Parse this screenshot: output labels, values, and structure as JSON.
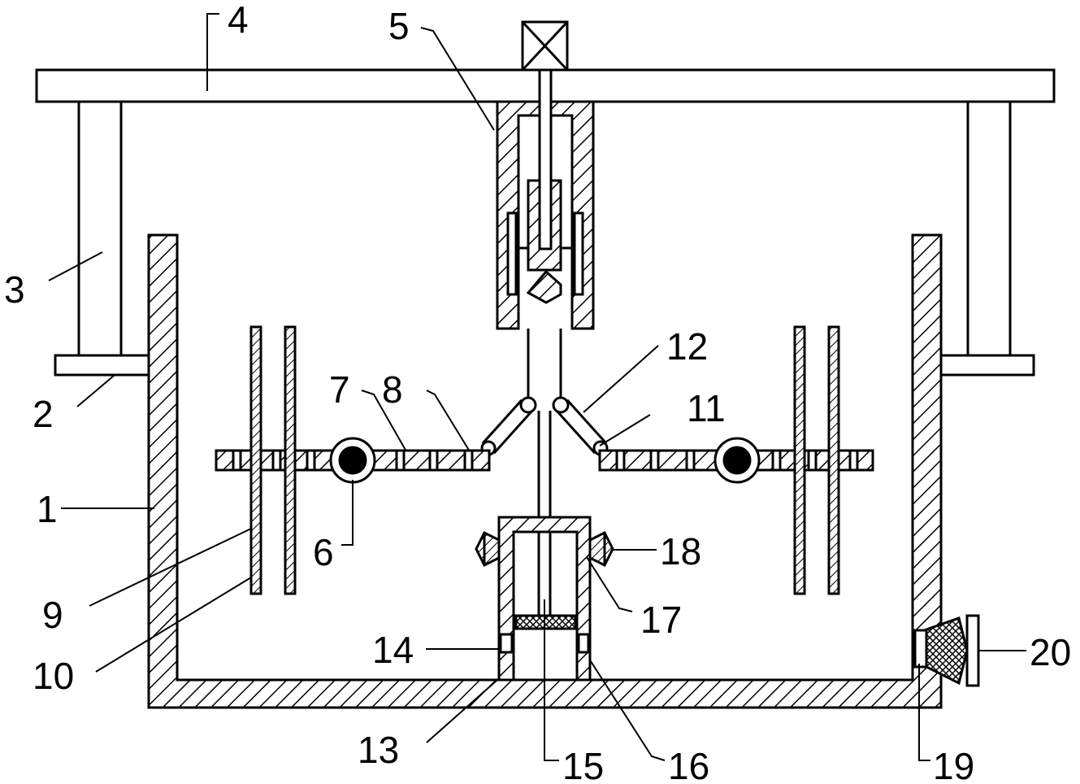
{
  "figure": {
    "labels": [
      {
        "id": "label-1",
        "text": "1"
      },
      {
        "id": "label-2",
        "text": "2"
      },
      {
        "id": "label-3",
        "text": "3"
      },
      {
        "id": "label-4",
        "text": "4"
      },
      {
        "id": "label-5",
        "text": "5"
      },
      {
        "id": "label-6",
        "text": "6"
      },
      {
        "id": "label-7",
        "text": "7"
      },
      {
        "id": "label-8",
        "text": "8"
      },
      {
        "id": "label-9",
        "text": "9"
      },
      {
        "id": "label-10",
        "text": "10"
      },
      {
        "id": "label-11",
        "text": "11"
      },
      {
        "id": "label-12",
        "text": "12"
      },
      {
        "id": "label-13",
        "text": "13"
      },
      {
        "id": "label-14",
        "text": "14"
      },
      {
        "id": "label-15",
        "text": "15"
      },
      {
        "id": "label-16",
        "text": "16"
      },
      {
        "id": "label-17",
        "text": "17"
      },
      {
        "id": "label-18",
        "text": "18"
      },
      {
        "id": "label-19",
        "text": "19"
      },
      {
        "id": "label-20",
        "text": "20"
      }
    ]
  },
  "colors": {
    "line": "#000000",
    "background": "#ffffff",
    "fill_dark": "#000000"
  }
}
